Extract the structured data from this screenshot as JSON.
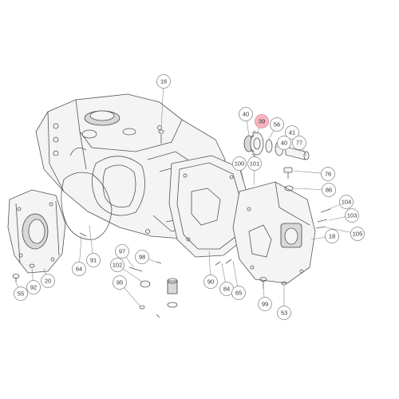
{
  "diagram": {
    "highlight_color": "#f6b4bf",
    "callouts": [
      {
        "label": "16"
      },
      {
        "label": "40"
      },
      {
        "label": "39",
        "highlighted": true
      },
      {
        "label": "56"
      },
      {
        "label": "41"
      },
      {
        "label": "40"
      },
      {
        "label": "77"
      },
      {
        "label": "100"
      },
      {
        "label": "101"
      },
      {
        "label": "76"
      },
      {
        "label": "86"
      },
      {
        "label": "104"
      },
      {
        "label": "103"
      },
      {
        "label": "105"
      },
      {
        "label": "18"
      },
      {
        "label": "97"
      },
      {
        "label": "98"
      },
      {
        "label": "102"
      },
      {
        "label": "95"
      },
      {
        "label": "91"
      },
      {
        "label": "64"
      },
      {
        "label": "20"
      },
      {
        "label": "92"
      },
      {
        "label": "55"
      },
      {
        "label": "90"
      },
      {
        "label": "84"
      },
      {
        "label": "65"
      },
      {
        "label": "99"
      },
      {
        "label": "53"
      }
    ]
  }
}
